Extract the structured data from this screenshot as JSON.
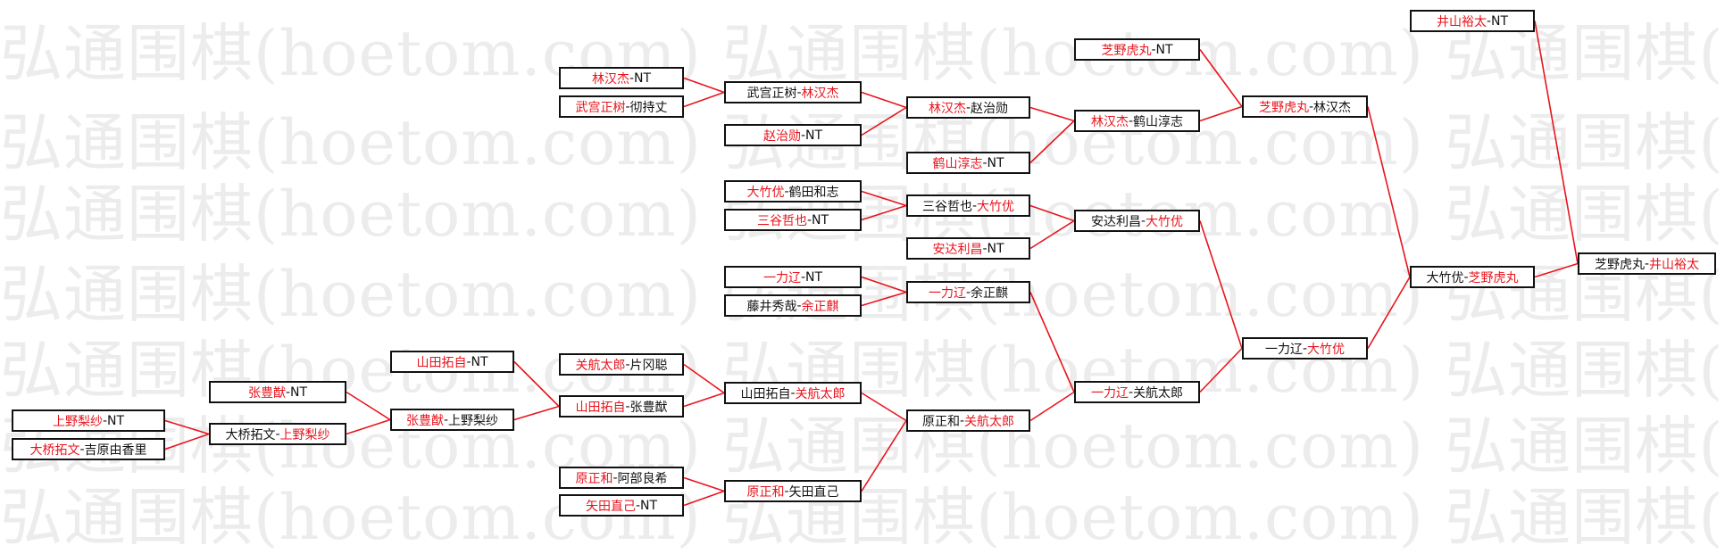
{
  "watermark": {
    "text": "弘通围棋(hoetom.com)",
    "lines": [
      "弘通围棋(hoetom.com) 弘通围棋(hoetom.com) 弘通围棋(hoetom.com)",
      "弘通围棋(hoetom.com) 弘通围棋(hoetom.com) 弘通围棋(hoetom.com)",
      "弘通围棋(hoetom.com) 弘通围棋(hoetom.com) 弘通围棋(hoetom.com)",
      "弘通围棋(hoetom.com) 弘通围棋(hoetom.com) 弘通围棋(hoetom.com)",
      "弘通围棋(hoetom.com) 弘通围棋(hoetom.com) 弘通围棋(hoetom.com)",
      "弘通围棋(hoetom.com) 弘通围棋(hoetom.com) 弘通围棋(hoetom.com)",
      "弘通围棋(hoetom.com) 弘通围棋(hoetom.com) 弘通围棋(hoetom.com)"
    ]
  },
  "colors": {
    "winner": "#e8141c",
    "text": "#111111",
    "border": "#111111",
    "connector": "#e8141c",
    "watermark": "#ececec"
  },
  "matches": {
    "m01": {
      "p1": "上野梨纱",
      "p2": "NT",
      "winner": 1
    },
    "m02": {
      "p1": "大桥拓文",
      "p2": "吉原由香里",
      "winner": 1
    },
    "m03": {
      "p1": "张豊猷",
      "p2": "NT",
      "winner": 1
    },
    "m04": {
      "p1": "大桥拓文",
      "p2": "上野梨纱",
      "winner": 2
    },
    "m05": {
      "p1": "山田拓自",
      "p2": "NT",
      "winner": 1
    },
    "m06": {
      "p1": "张豊猷",
      "p2": "上野梨纱",
      "winner": 1
    },
    "m07": {
      "p1": "关航太郎",
      "p2": "片冈聪",
      "winner": 1
    },
    "m08": {
      "p1": "山田拓自",
      "p2": "张豊猷",
      "winner": 1
    },
    "m09": {
      "p1": "原正和",
      "p2": "阿部良希",
      "winner": 1
    },
    "m10": {
      "p1": "矢田直己",
      "p2": "NT",
      "winner": 1
    },
    "m11": {
      "p1": "山田拓自",
      "p2": "关航太郎",
      "winner": 2
    },
    "m12": {
      "p1": "原正和",
      "p2": "矢田直己",
      "winner": 1
    },
    "m13": {
      "p1": "原正和",
      "p2": "关航太郎",
      "winner": 2
    },
    "m14": {
      "p1": "林汉杰",
      "p2": "NT",
      "winner": 1
    },
    "m15": {
      "p1": "武宫正树",
      "p2": "彻持丈",
      "winner": 1
    },
    "m16": {
      "p1": "武宫正树",
      "p2": "林汉杰",
      "winner": 2
    },
    "m17": {
      "p1": "赵治勋",
      "p2": "NT",
      "winner": 1
    },
    "m18": {
      "p1": "林汉杰",
      "p2": "赵治勋",
      "winner": 1
    },
    "m19": {
      "p1": "鹤山淳志",
      "p2": "NT",
      "winner": 1
    },
    "m20": {
      "p1": "林汉杰",
      "p2": "鹤山淳志",
      "winner": 1
    },
    "m21": {
      "p1": "大竹优",
      "p2": "鹤田和志",
      "winner": 1
    },
    "m22": {
      "p1": "三谷哲也",
      "p2": "NT",
      "winner": 1
    },
    "m23": {
      "p1": "三谷哲也",
      "p2": "大竹优",
      "winner": 2
    },
    "m24": {
      "p1": "安达利昌",
      "p2": "NT",
      "winner": 1
    },
    "m25": {
      "p1": "安达利昌",
      "p2": "大竹优",
      "winner": 2
    },
    "m26": {
      "p1": "一力辽",
      "p2": "NT",
      "winner": 1
    },
    "m27": {
      "p1": "藤井秀哉",
      "p2": "余正麒",
      "winner": 2
    },
    "m28": {
      "p1": "一力辽",
      "p2": "余正麒",
      "winner": 1
    },
    "m29": {
      "p1": "一力辽",
      "p2": "关航太郎",
      "winner": 1
    },
    "m30": {
      "p1": "一力辽",
      "p2": "大竹优",
      "winner": 2
    },
    "m31": {
      "p1": "芝野虎丸",
      "p2": "NT",
      "winner": 1
    },
    "m32": {
      "p1": "芝野虎丸",
      "p2": "林汉杰",
      "winner": 1
    },
    "m33": {
      "p1": "大竹优",
      "p2": "芝野虎丸",
      "winner": 2
    },
    "m34": {
      "p1": "井山裕太",
      "p2": "NT",
      "winner": 1
    },
    "m35": {
      "p1": "芝野虎丸",
      "p2": "井山裕太",
      "winner": 2
    }
  }
}
